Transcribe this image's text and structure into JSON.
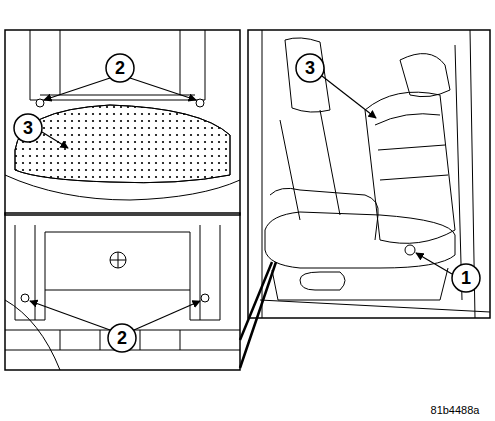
{
  "diagram": {
    "labels": [
      "2",
      "3",
      "3",
      "1",
      "2",
      "81b4488a"
    ]
  }
}
